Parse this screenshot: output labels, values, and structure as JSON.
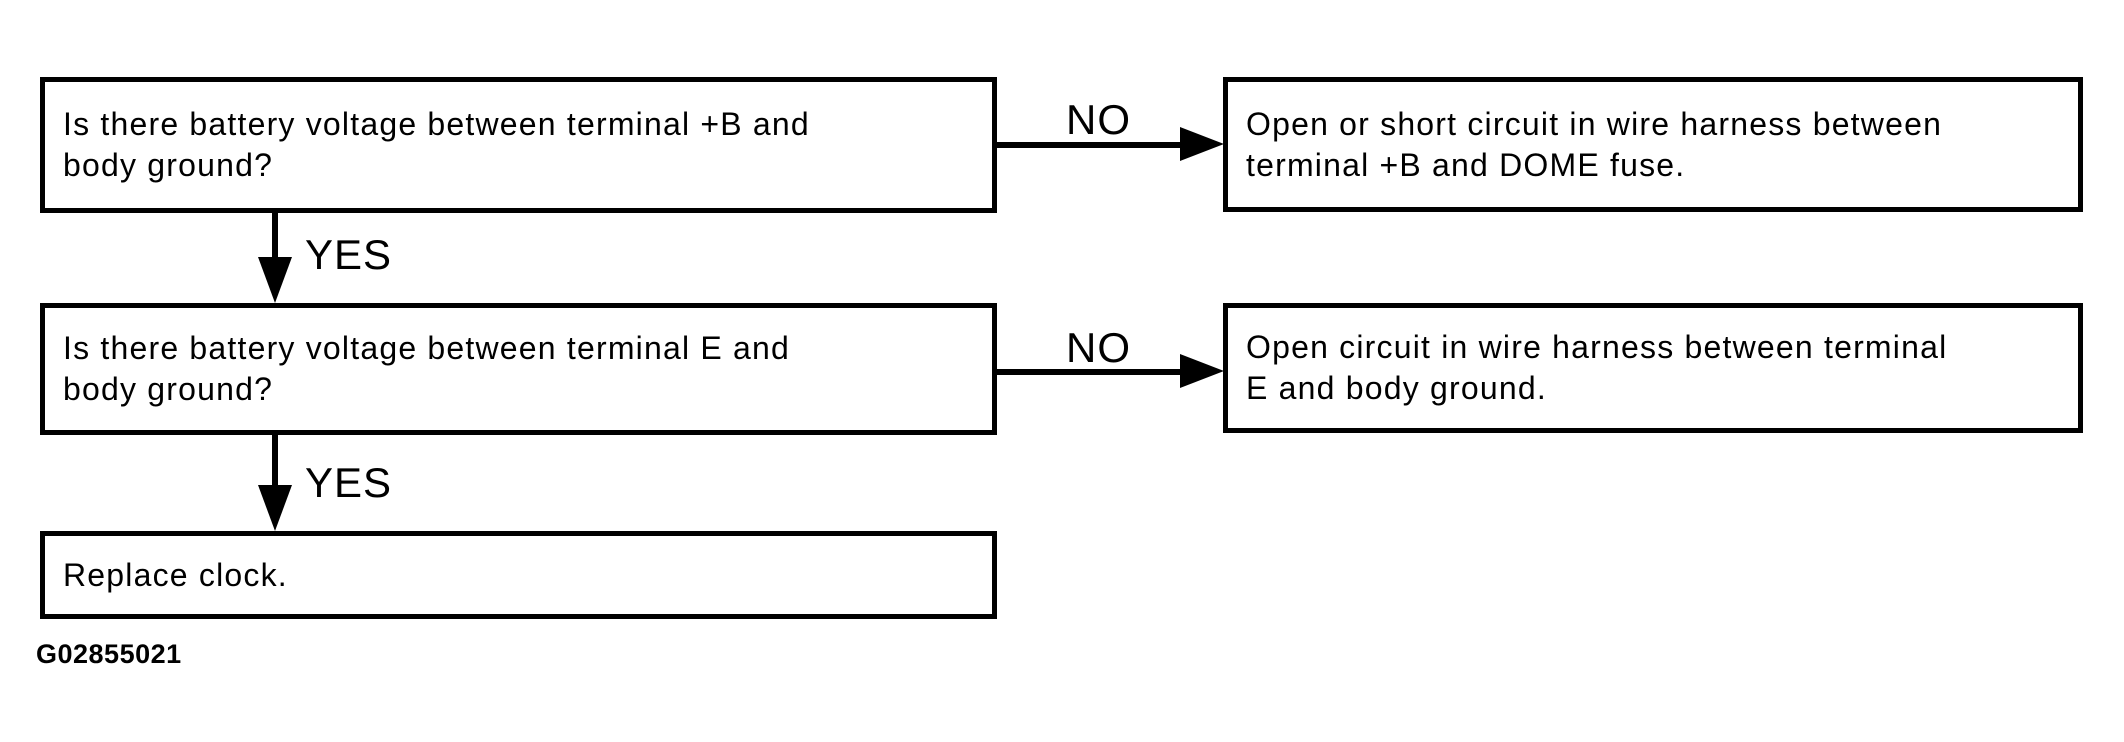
{
  "canvas": {
    "background": "#ffffff",
    "ink": "#000000"
  },
  "flowchart": {
    "question_1": {
      "text": "Is there battery voltage between terminal +B and\nbody ground?"
    },
    "result_1": {
      "text": "Open or short circuit in wire harness between\nterminal +B and DOME fuse."
    },
    "question_2": {
      "text": "Is there battery voltage between terminal E and\nbody ground?"
    },
    "result_2": {
      "text": "Open circuit in wire harness between terminal\nE and body ground."
    },
    "action": {
      "text": "Replace clock."
    },
    "connectors": {
      "no_1": {
        "label": "NO"
      },
      "yes_1": {
        "label": "YES"
      },
      "no_2": {
        "label": "NO"
      },
      "yes_2": {
        "label": "YES"
      }
    },
    "figure_id": "G02855021"
  }
}
